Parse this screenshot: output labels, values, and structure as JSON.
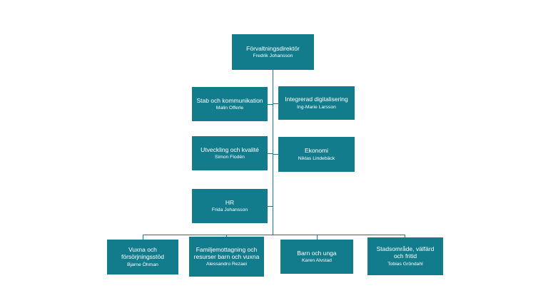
{
  "theme": {
    "accent": "#127c8c",
    "text_color": "#ffffff",
    "background": "#ffffff"
  },
  "org_chart": {
    "root": "director",
    "nodes": {
      "director": {
        "title": "Förvaltningsdirektör",
        "name": "Fredrik Johansson"
      },
      "stab": {
        "title": "Stab och kommunikation",
        "name": "Malin Offerle"
      },
      "digitalisering": {
        "title": "Integrerad digitalisering",
        "name": "Ing-Marie Larsson"
      },
      "utveckling": {
        "title": "Utveckling och kvalité",
        "name": "Simon Flodén"
      },
      "ekonomi": {
        "title": "Ekonomi",
        "name": "Niklas Lindebäck"
      },
      "hr": {
        "title": "HR",
        "name": "Frida Johansson"
      },
      "vuxna": {
        "title": "Vuxna och försörjningsstöd",
        "name": "Bjarne Öhman"
      },
      "familjemottagning": {
        "title": "Familjemottagning och resurser barn och vuxna",
        "name": "Alessandro Rezaei"
      },
      "barn": {
        "title": "Barn och unga",
        "name": "Karen Alvstad"
      },
      "stadsomrade": {
        "title": "Stadsområde, välfärd och fritid",
        "name": "Tobias Gröndahl"
      }
    }
  }
}
